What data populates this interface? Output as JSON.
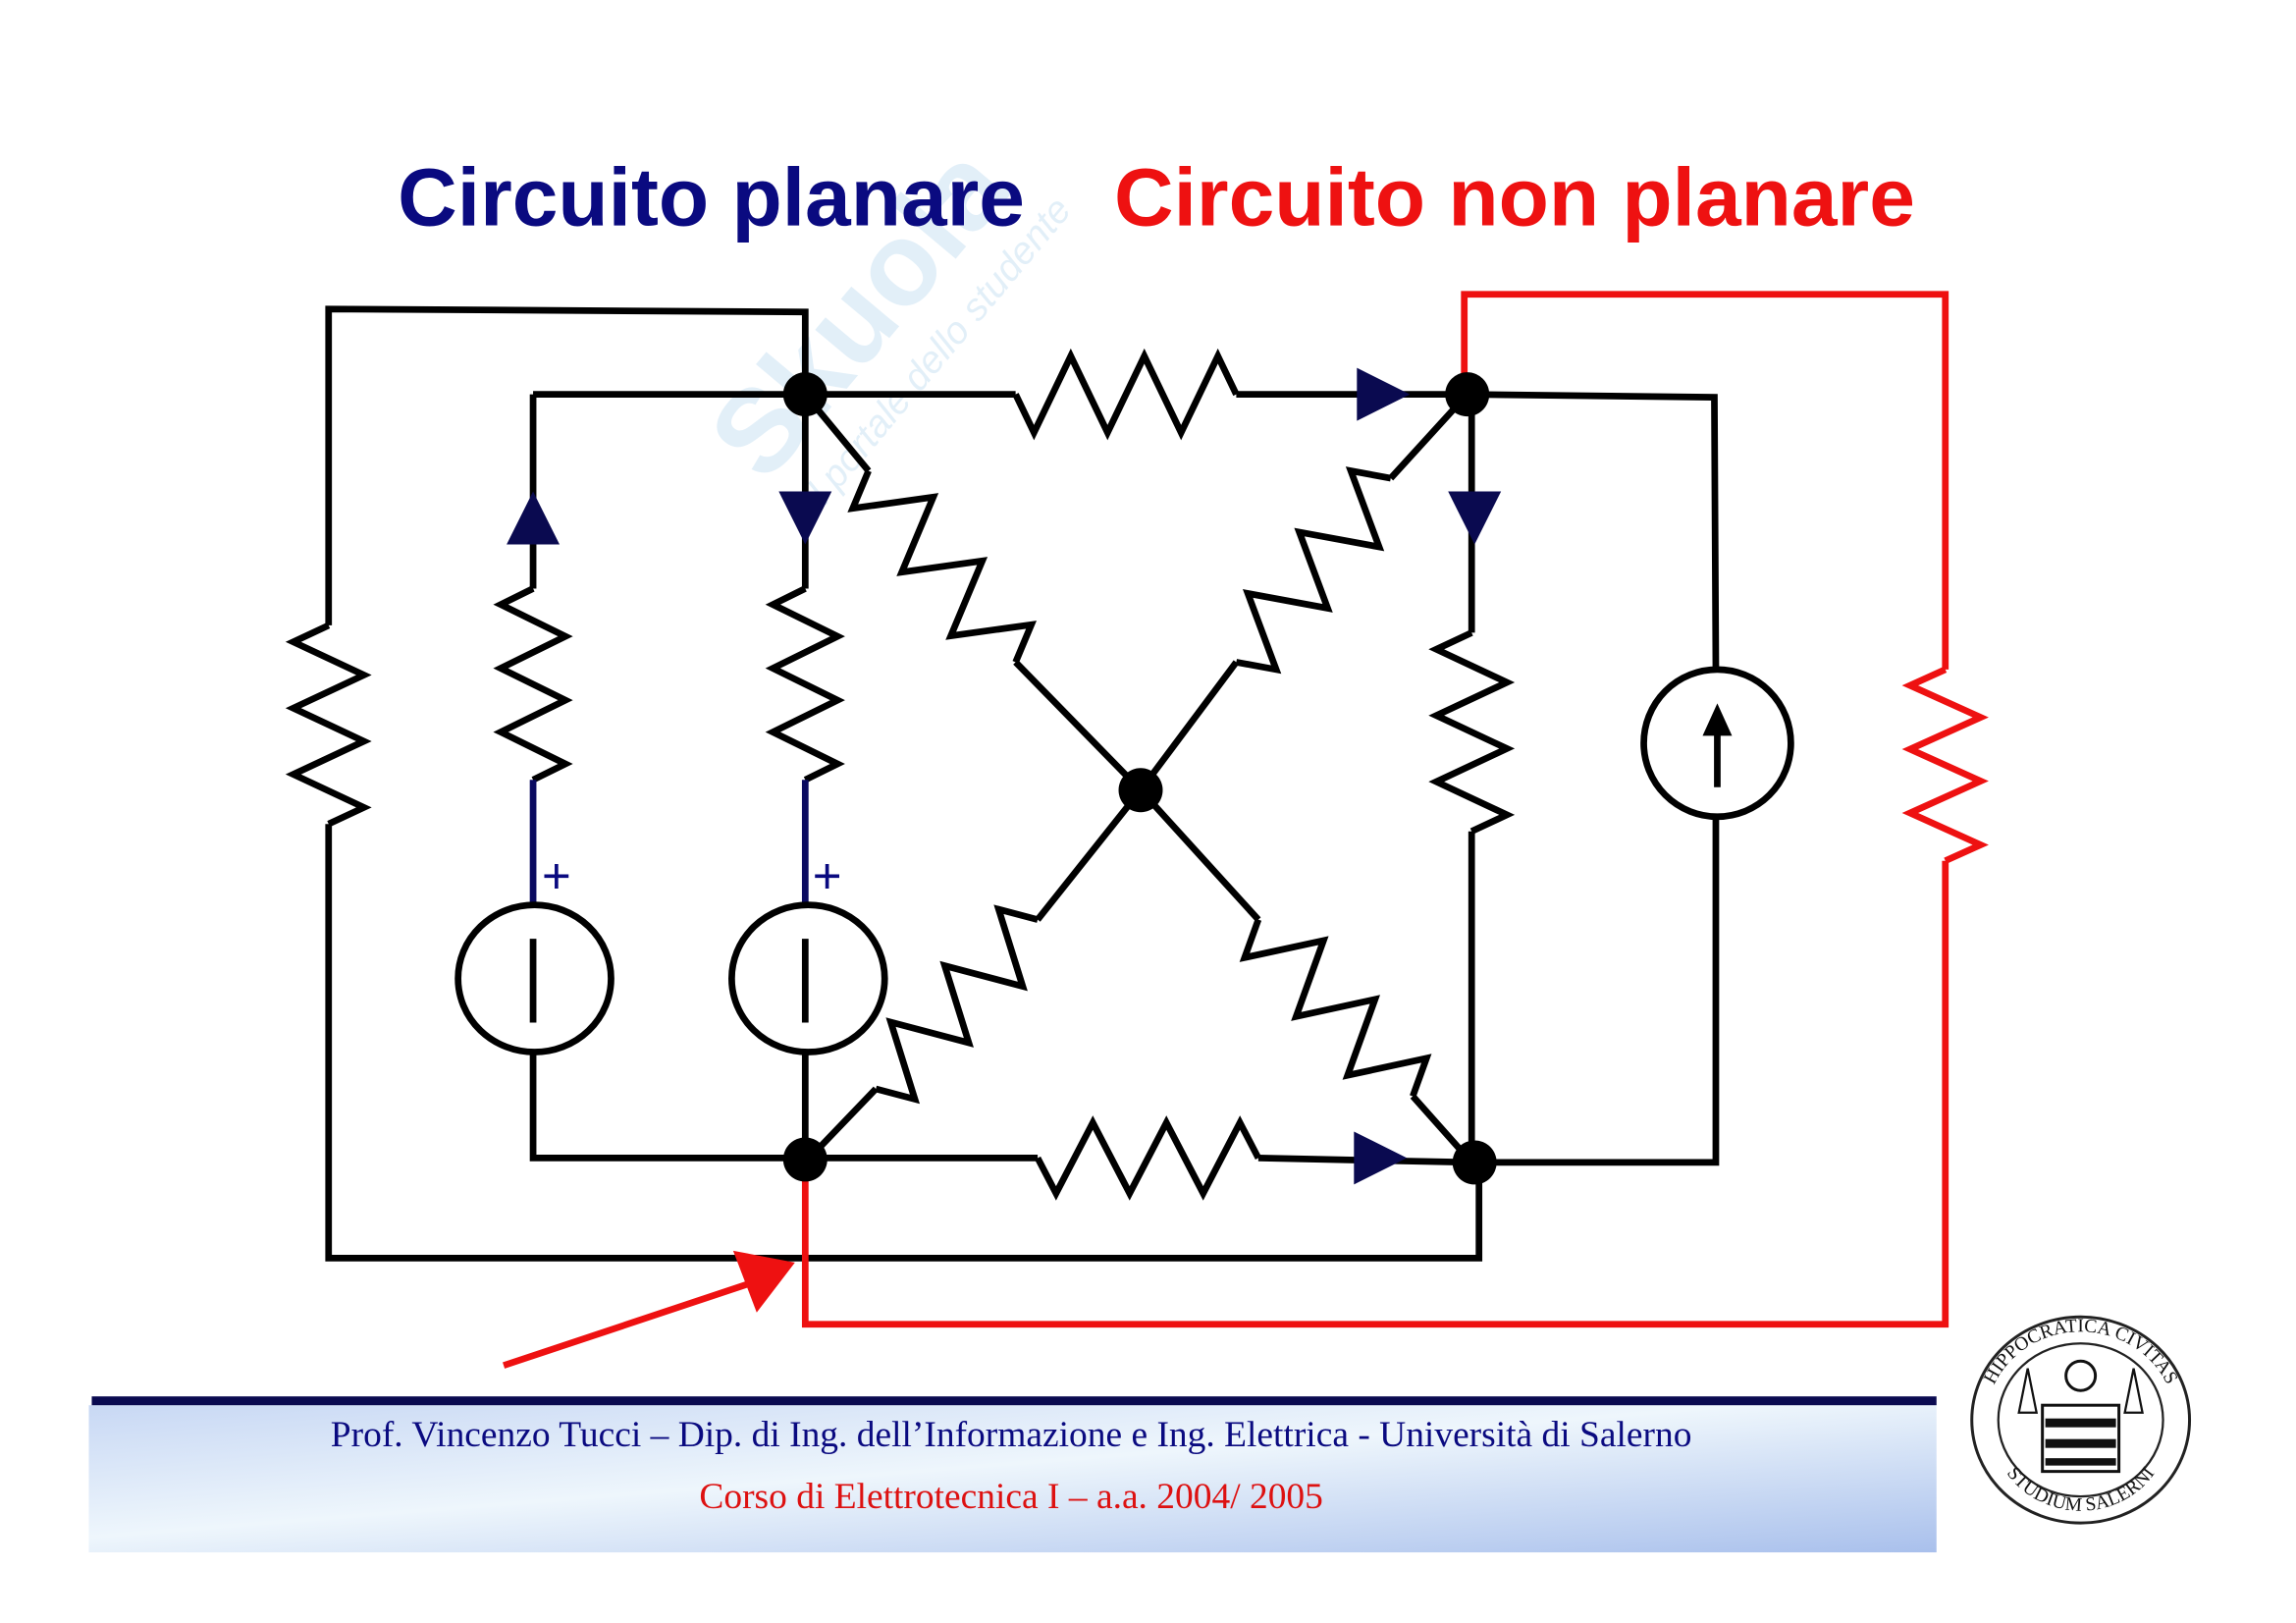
{
  "title": {
    "planar": "Circuito planare",
    "non_planar": "Circuito non planare",
    "planar_color": "#0a0a80",
    "non_planar_color": "#ee1111"
  },
  "circuit": {
    "source_plus_sign": "+",
    "wire_color": "#000000",
    "highlight_color": "#ee1111",
    "arrow_color": "#0a0a50"
  },
  "watermark": {
    "text": "Skuola.net",
    "subtext": "il portale dello studente"
  },
  "footer": {
    "line1": "Prof. Vincenzo Tucci – Dip. di Ing. dell’Informazione e Ing. Elettrica - Università di Salerno",
    "line2": "Corso di Elettrotecnica I –  a.a.  2004/ 2005"
  },
  "seal": {
    "text_top": "HIPPOCRATICA CIVITAS",
    "text_bottom": "STUDIUM SALERNI"
  }
}
